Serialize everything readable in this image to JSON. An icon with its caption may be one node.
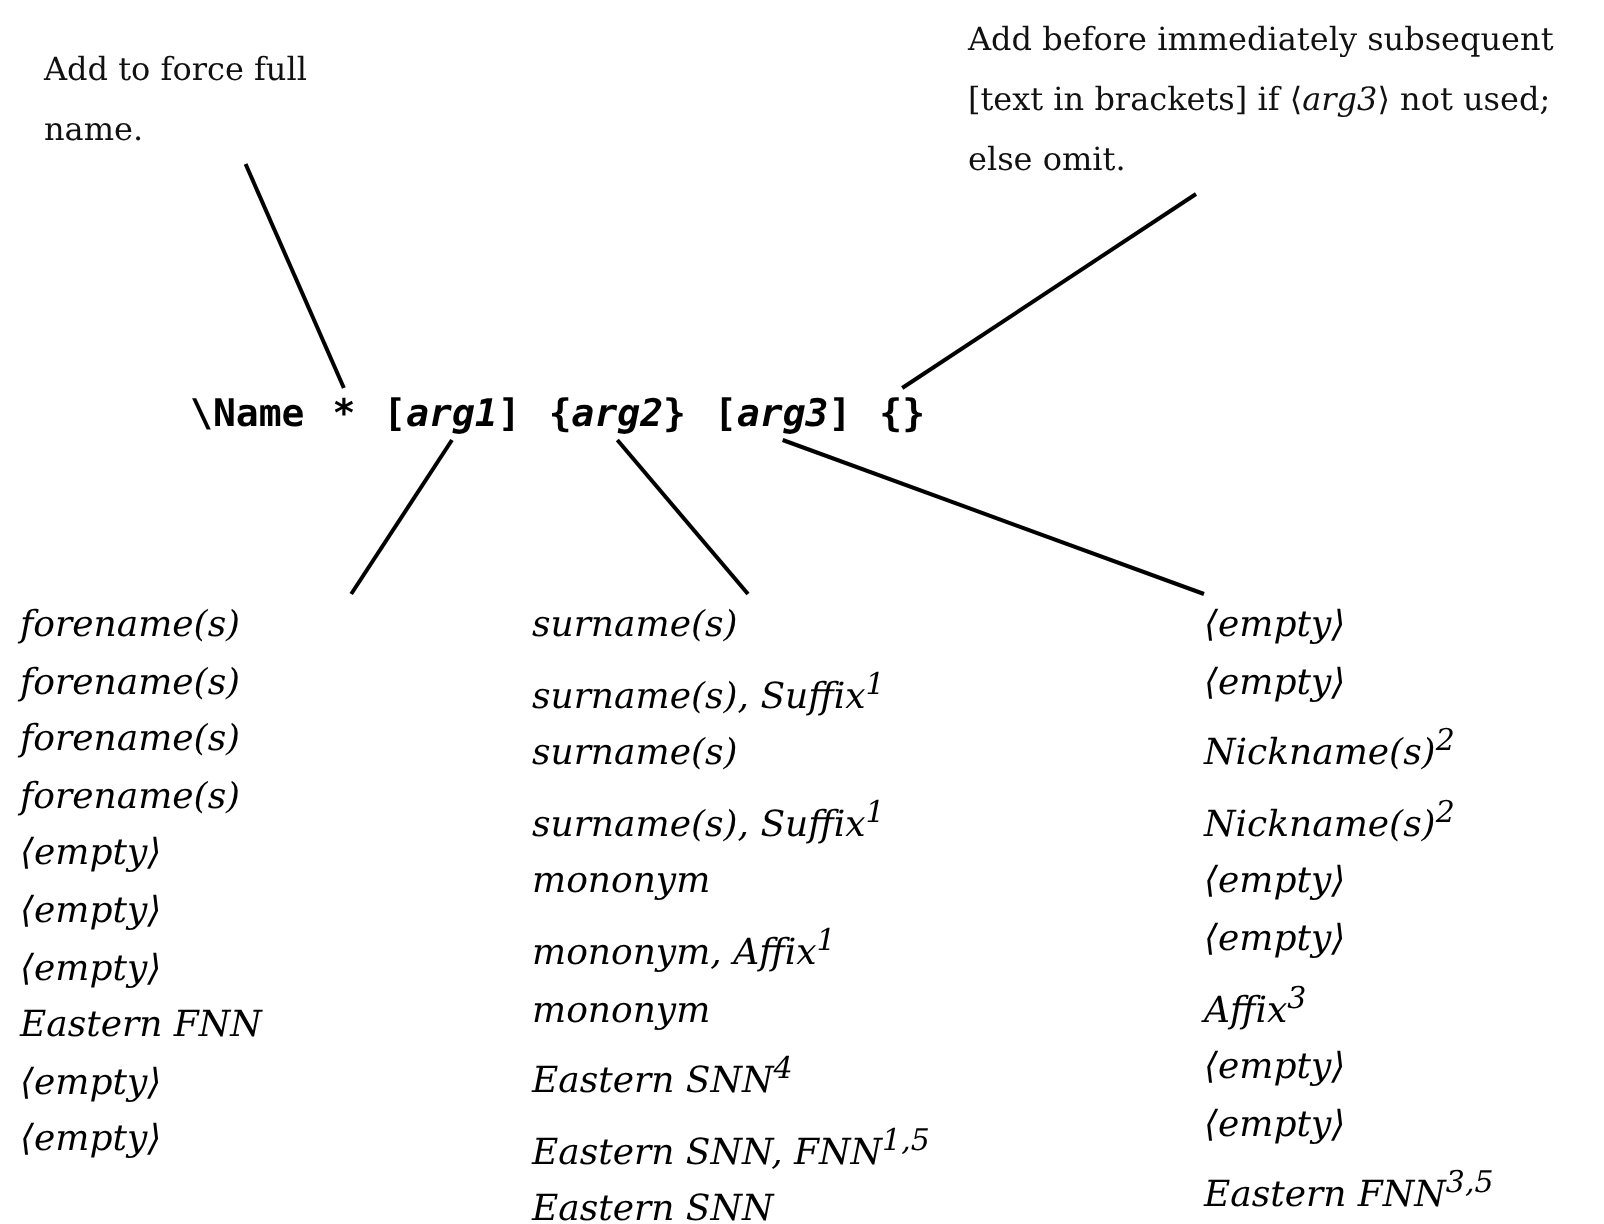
{
  "diagram": {
    "nodes": [
      {
        "text": [
          "Add to force full name."
        ]
      },
      {
        "text": [
          "Add before immediately subsequent [text in brackets] if ⟨*arg3*⟩ not used; else omit."
        ]
      },
      {
        "text": [
          "*"
        ]
      },
      {
        "text": [
          "[*arg1*]"
        ]
      },
      {
        "text": [
          "{*arg2*}"
        ]
      },
      {
        "text": [
          "[*arg3*]"
        ]
      },
      {
        "text": [
          "{}"
        ]
      },
      {
        "text": [
          "forename(s)",
          "forename(s)",
          "forename(s)",
          "forename(s)",
          "⟨empty⟩",
          "⟨empty⟩",
          "⟨empty⟩",
          "Eastern FNN",
          "⟨empty⟩",
          "⟨empty⟩"
        ]
      },
      {
        "text": [
          "surname(s)",
          "surname(s), Suffix$^{1}$",
          "surname(s)",
          "surname(s), Suffix$^{1}$",
          "mononym",
          "mononym, Affix$^{1}$",
          "mononym",
          "Eastern SNN$^{4}$",
          "Eastern SNN, FNN$^{1,5}$",
          "Eastern SNN"
        ]
      },
      {
        "text": [
          "⟨empty⟩",
          "⟨empty⟩",
          "Nickname(s)$^{2}$",
          "Nickname(s)$^{2}$",
          "⟨empty⟩",
          "⟨empty⟩",
          "Affix$^{3}$",
          "⟨empty⟩",
          "⟨empty⟩",
          "Eastern FNN$^{3,5}$"
        ]
      }
    ],
    "edges": [
      {
        "from": 0,
        "to": 2,
        "arrow": "none"
      },
      {
        "from": 1,
        "to": 6,
        "arrow": "none"
      },
      {
        "from": 3,
        "to": 7,
        "arrow": "none"
      },
      {
        "from": 4,
        "to": 8,
        "arrow": "none"
      },
      {
        "from": 5,
        "to": 9,
        "arrow": "none"
      }
    ],
    "labels": [
      "\\Name"
    ]
  }
}
